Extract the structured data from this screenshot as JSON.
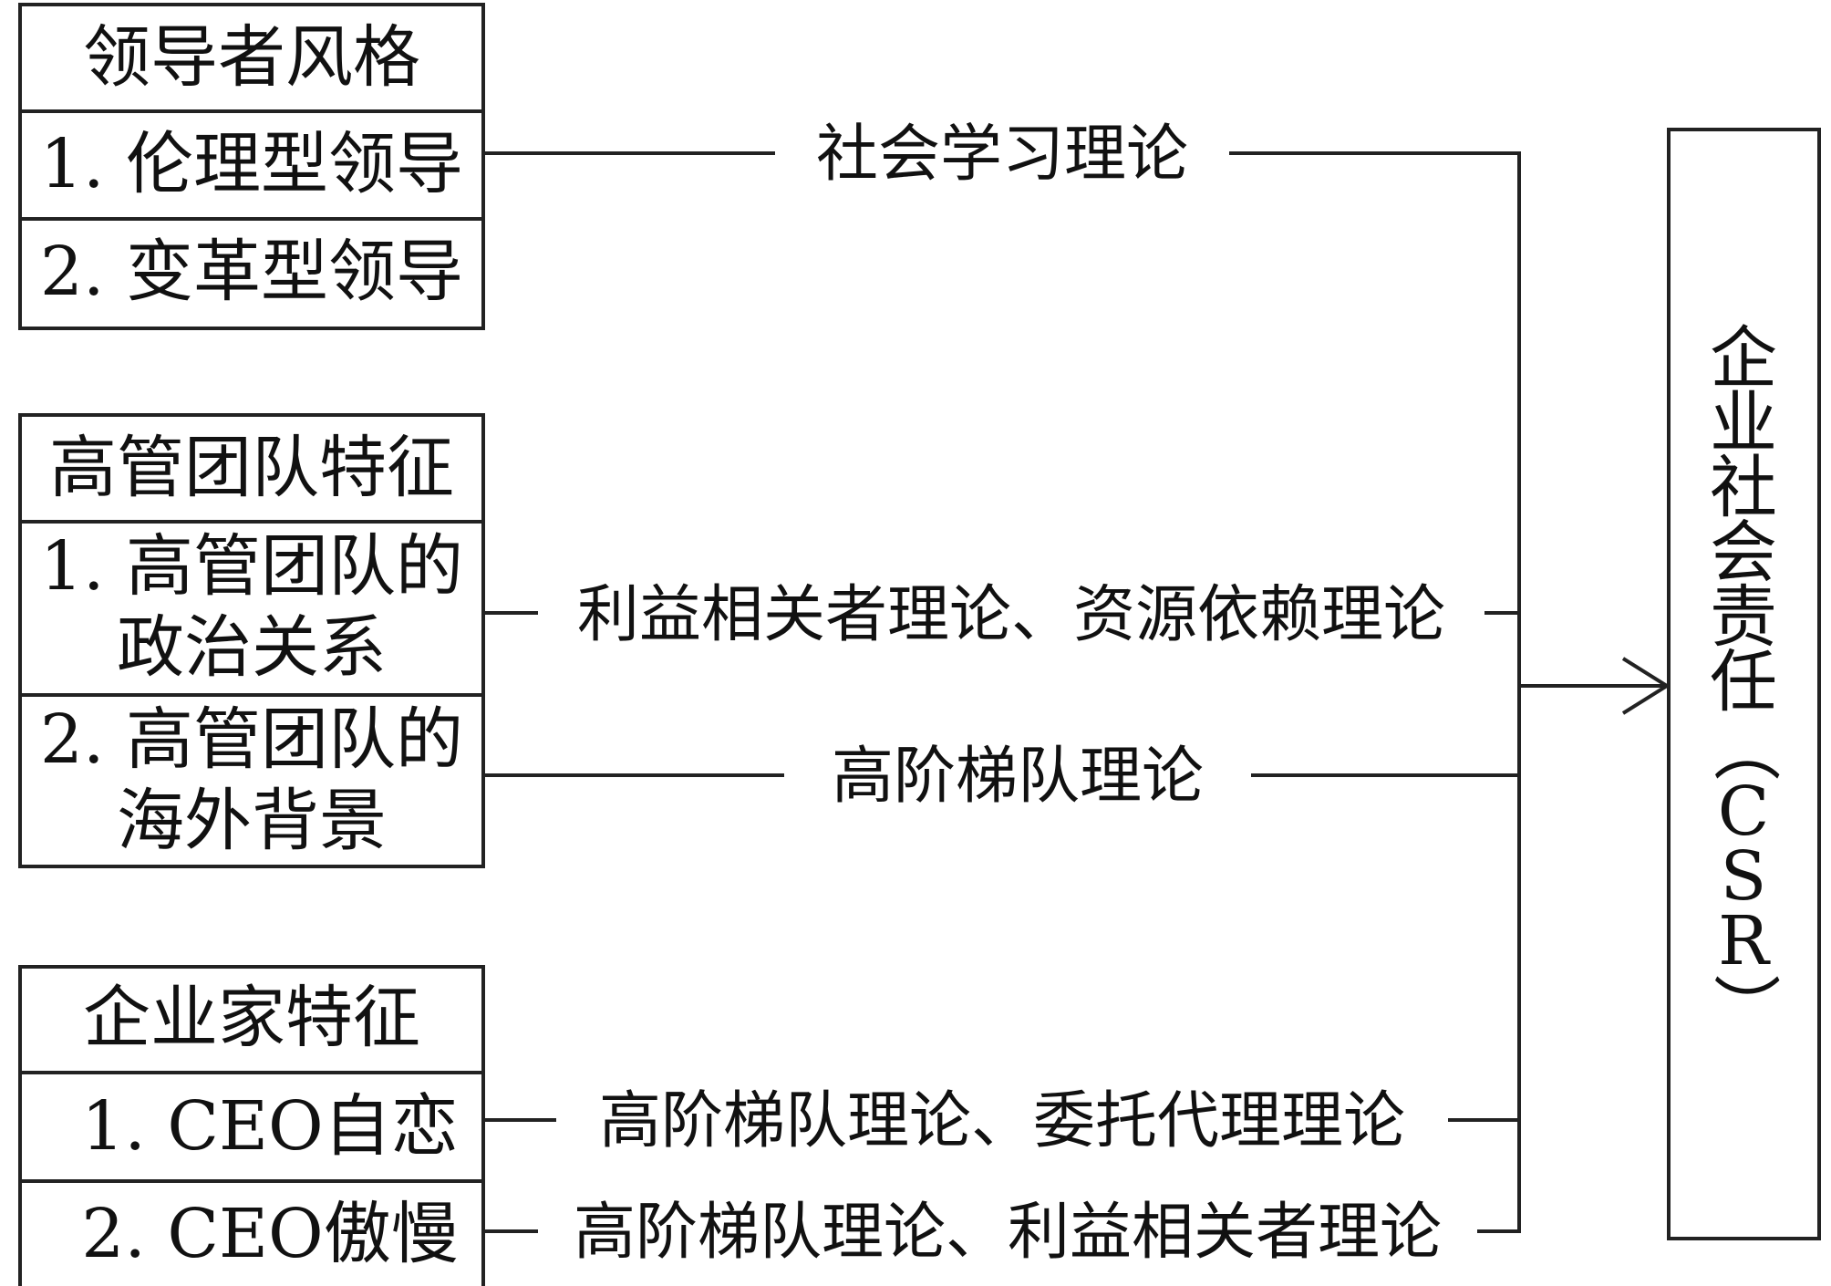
{
  "groups": [
    {
      "title": "领导者风格",
      "items": [
        {
          "lines": [
            "1. 伦理型领导"
          ]
        },
        {
          "lines": [
            "2. 变革型领导"
          ]
        }
      ]
    },
    {
      "title": "高管团队特征",
      "items": [
        {
          "lines": [
            "1. 高管团队的",
            "政治关系"
          ]
        },
        {
          "lines": [
            "2. 高管团队的",
            "海外背景"
          ]
        }
      ]
    },
    {
      "title": "企业家特征",
      "items": [
        {
          "lines": [
            "1. CEO自恋"
          ]
        },
        {
          "lines": [
            "2. CEO傲慢"
          ]
        }
      ]
    }
  ],
  "edges": [
    {
      "label": "社会学习理论"
    },
    {
      "label": "利益相关者理论、资源依赖理论"
    },
    {
      "label": "高阶梯队理论"
    },
    {
      "label": "高阶梯队理论、委托代理理论"
    },
    {
      "label": "高阶梯队理论、利益相关者理论"
    }
  ],
  "target": {
    "chars": [
      "企",
      "业",
      "社",
      "会",
      "责",
      "任",
      "（",
      "C",
      "S",
      "R",
      "）"
    ]
  }
}
